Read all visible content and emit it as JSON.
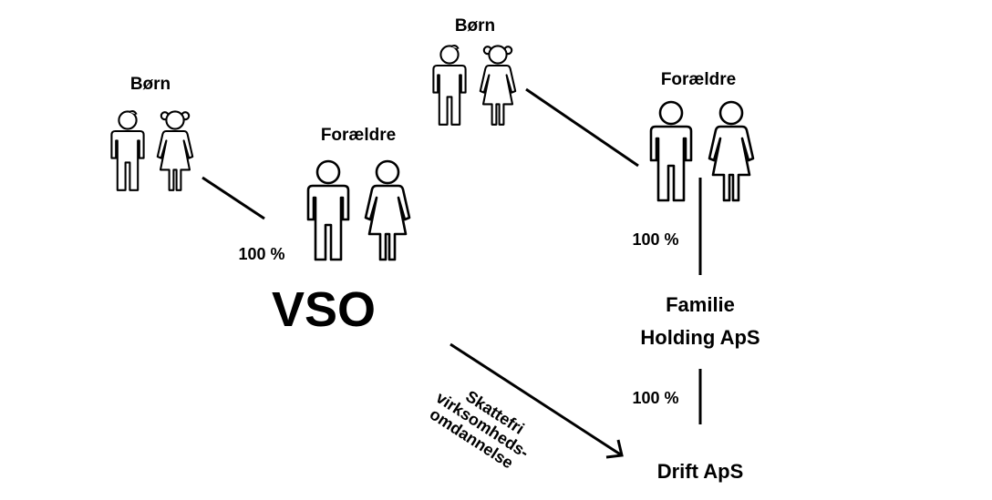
{
  "left": {
    "children_label": "Børn",
    "parents_label": "Forældre",
    "ownership": "100 %",
    "entity": "VSO"
  },
  "right": {
    "children_label": "Børn",
    "parents_label": "Forældre",
    "ownership_holding": "100 %",
    "holding_line1": "Familie",
    "holding_line2": "Holding ApS",
    "ownership_drift": "100 %",
    "drift": "Drift ApS"
  },
  "arrow_label": [
    "Skattefri",
    "virksomheds-",
    "omdannelse"
  ]
}
